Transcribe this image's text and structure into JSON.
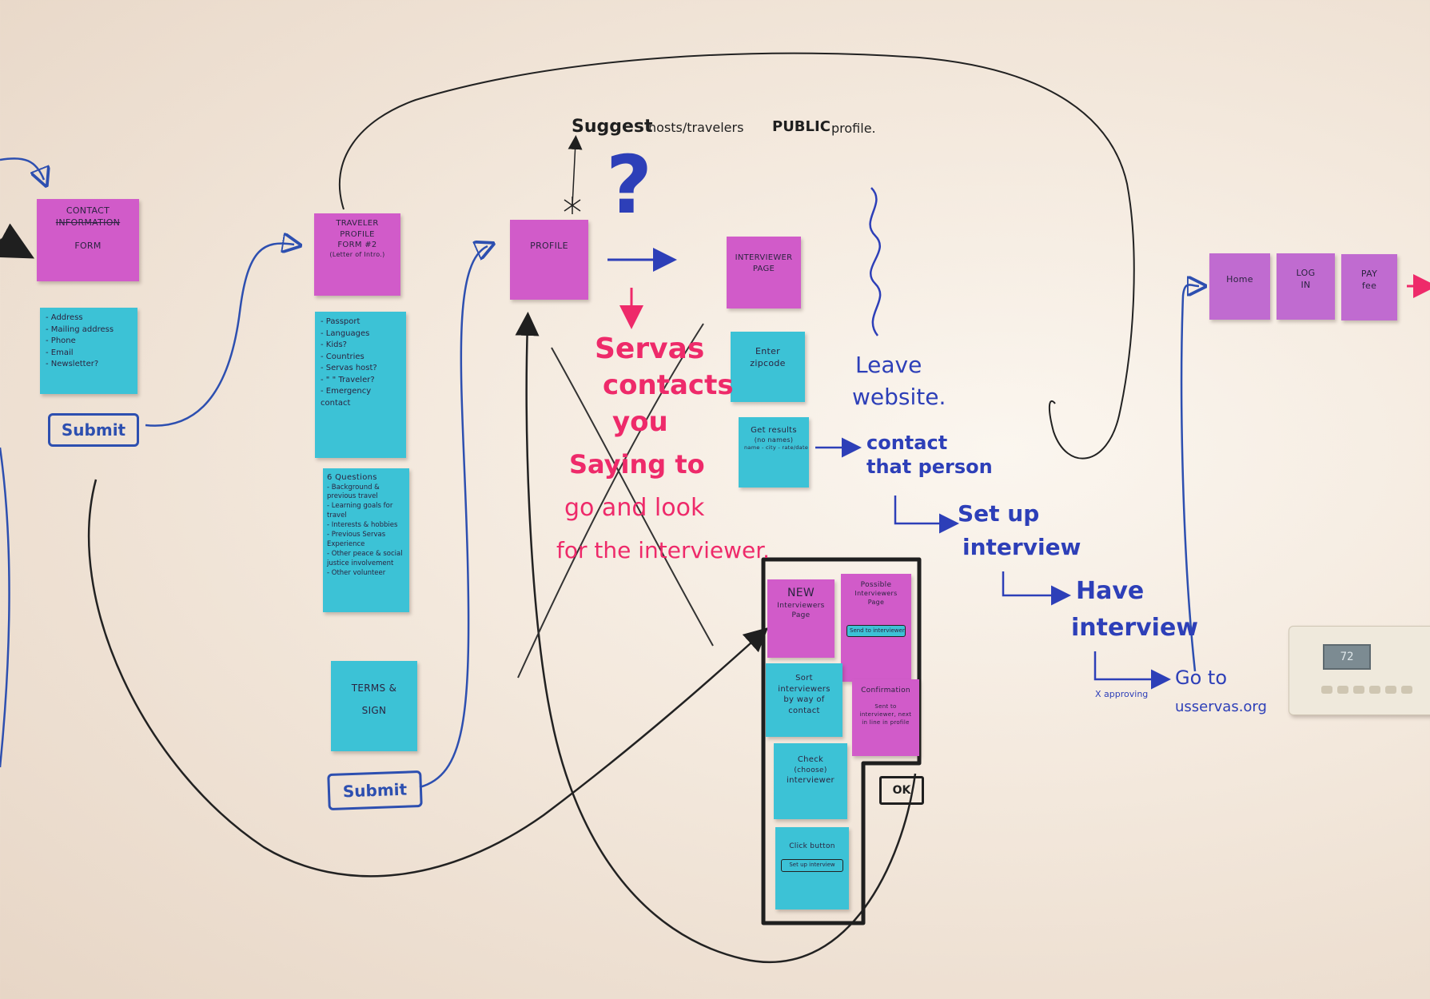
{
  "notes": {
    "contact_form": {
      "line1": "Contact",
      "line2": "Information",
      "line3": "Form"
    },
    "contact_fields": [
      "- Address",
      "- Mailing address",
      "- Phone",
      "- Email",
      "- Newsletter?"
    ],
    "traveler_form": {
      "line1": "Traveler",
      "line2": "Profile",
      "line3": "Form #2",
      "line4": "(Letter of Intro.)"
    },
    "traveler_fields": [
      "- Passport",
      "- Languages",
      "- Kids?",
      "- Countries",
      "- Servas host?",
      "- \" \" Traveler?",
      "- Emergency",
      "  contact"
    ],
    "questions_title": "6 Questions",
    "questions": [
      "- Background & previous travel",
      "- Learning goals for travel",
      "- Interests & hobbies",
      "- Previous Servas Experience",
      "- Other peace & social justice involvement",
      "- Other volunteer"
    ],
    "terms": {
      "line1": "Terms &",
      "line2": "Sign"
    },
    "profile": "Profile",
    "interviewer_page": {
      "line1": "Interviewer",
      "line2": "Page"
    },
    "enter_zipcode": {
      "line1": "Enter",
      "line2": "zipcode"
    },
    "get_results": {
      "line1": "Get results",
      "line2": "(no names)",
      "line3": "name - city - rate/date"
    },
    "new_interviewers": {
      "line1": "New",
      "line2": "Interviewers",
      "line3": "Page"
    },
    "possible_interviewers": {
      "line1": "Possible",
      "line2": "Interviewers",
      "line3": "Page"
    },
    "send_to_interviewer": "Send to interviewer",
    "confirmation": {
      "title": "Confirmation",
      "body": "Sent to interviewer, next in line in profile"
    },
    "sort_interviewers": {
      "line1": "Sort interviewers",
      "line2": "by way of",
      "line3": "contact"
    },
    "check_interviewer": {
      "line1": "Check",
      "line2": "(choose)",
      "line3": "interviewer"
    },
    "click_button": {
      "line1": "Click button",
      "line2": "Set up interview"
    },
    "home": "Home",
    "log_in": {
      "line1": "Log",
      "line2": "In"
    },
    "pay_fee": {
      "line1": "Pay",
      "line2": "fee"
    }
  },
  "buttons": {
    "submit_1": "Submit",
    "submit_2": "Submit",
    "ok": "OK"
  },
  "annotations": {
    "suggest": "Suggest",
    "hosts_travelers": "hosts/travelers",
    "public": "PUBLIC",
    "profile_word": "profile.",
    "question_mark": "?",
    "servas_contacts": [
      "Servas",
      "contacts",
      "you"
    ],
    "saying": [
      "Saying to",
      "go and look",
      "for the interviewer."
    ],
    "leave_website": [
      "Leave",
      "website."
    ],
    "contact_person": [
      "contact",
      "that person"
    ],
    "set_up_interview": [
      "Set up",
      "interview"
    ],
    "have_interview": [
      "Have",
      "interview"
    ],
    "x_approving": "X approving",
    "go_to_usservas": [
      "Go to",
      "usservas.org"
    ]
  },
  "thermostat": {
    "display": "72"
  },
  "colors": {
    "pink_note": "#d15bc9",
    "purple_note": "#c06bd0",
    "cyan_note": "#3cc2d6",
    "blue_marker": "#2d3fb8",
    "red_marker": "#ee2a6a",
    "black_marker": "#1f1f1f"
  }
}
